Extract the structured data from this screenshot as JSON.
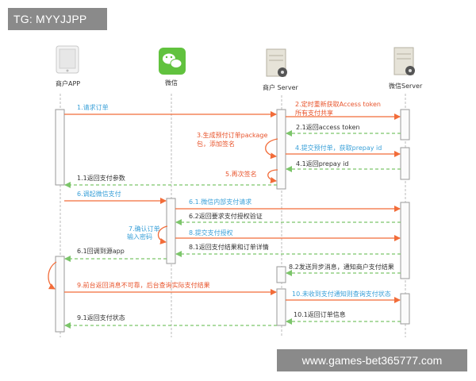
{
  "header_tag": "TG: MYYJJPP",
  "watermark": "www.games-bet365777.com",
  "actors": [
    {
      "id": "merchant_app",
      "label": "商户APP",
      "icon": "phone-icon"
    },
    {
      "id": "wechat",
      "label": "微信",
      "icon": "wechat-icon"
    },
    {
      "id": "merchant_server",
      "label": "商户 Server",
      "icon": "server-icon"
    },
    {
      "id": "wechat_server",
      "label": "微信Server",
      "icon": "server-icon"
    }
  ],
  "messages": {
    "m1": "1.请求订单",
    "m2a": "2.定时重新获取Access token",
    "m2b": "所有支付共享",
    "m21": "2.1返回access token",
    "m3a": "3.生成预付订单package",
    "m3b": "包，添加签名",
    "m4": "4.提交预付单，获取prepay id",
    "m41": "4.1返回prepay id",
    "m5": "5.再次签名",
    "m11": "1.1返回支付参数",
    "m6": "6.调起微信支付",
    "m61": "6.1.微信内部支付请求",
    "m62": "6.2返回要求支付授权验证",
    "m7a": "7.确认订单",
    "m7b": "输入密码",
    "m8": "8.提交支付授权",
    "m81": "8.1返回支付结果和订单详情",
    "m6b": "6.1回调到源app",
    "m82": "8.2发送异步消息，通知商户支付结果",
    "m9": "9.前台返回消息不可靠，后台查询实际支付结果",
    "m10": "10.未收到支付通知则查询支付状态",
    "m101": "10.1返回订单信息",
    "m91": "9.1返回支付状态"
  },
  "colors": {
    "black": "#333333",
    "red": "#e8542c",
    "blue": "#3aa0d8",
    "lifeline": "#bbbbbb",
    "activation_fill": "#fbfbfb",
    "activation_border": "#9a9a9a",
    "sync_arrow": "#f26c39",
    "return_arrow": "#7cc56a"
  }
}
